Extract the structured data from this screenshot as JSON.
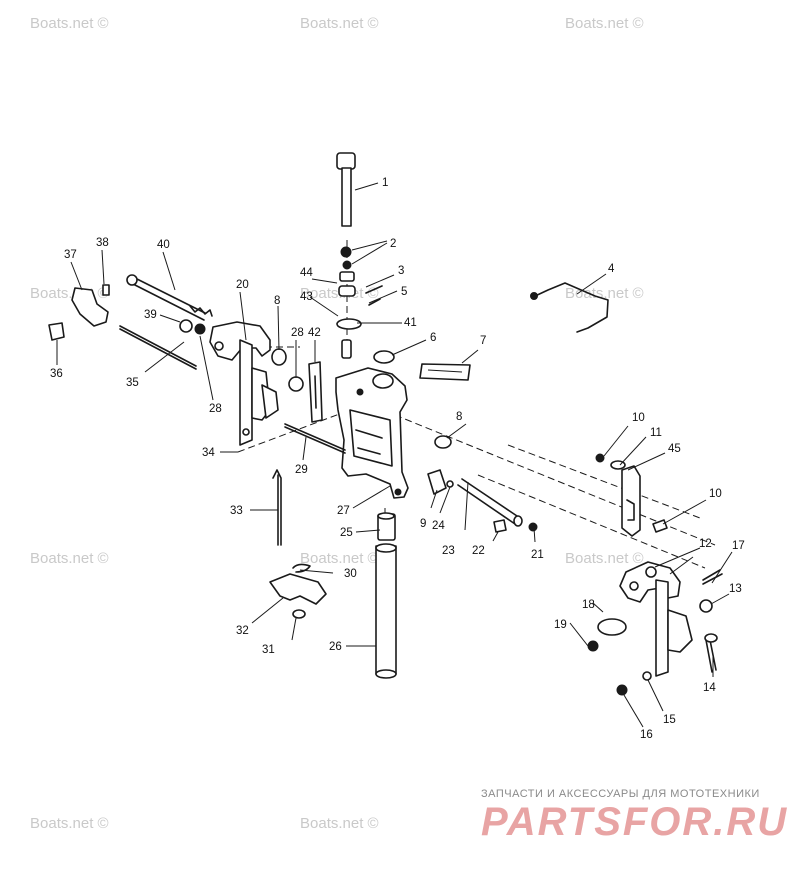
{
  "watermark": "Boats.net ©",
  "brand": {
    "tagline": "ЗАПЧАСТИ И АКСЕССУАРЫ ДЛЯ МОТОТЕХНИКИ",
    "logo_text": "PARTSFOR.RU",
    "logo_color": "#e8a4a4"
  },
  "callouts": [
    "1",
    "2",
    "3",
    "4",
    "5",
    "6",
    "7",
    "8",
    "8",
    "9",
    "10",
    "10",
    "11",
    "12",
    "13",
    "14",
    "15",
    "16",
    "17",
    "18",
    "19",
    "20",
    "21",
    "22",
    "23",
    "24",
    "25",
    "26",
    "27",
    "28",
    "28",
    "29",
    "30",
    "31",
    "32",
    "33",
    "34",
    "35",
    "36",
    "37",
    "38",
    "39",
    "40",
    "41",
    "42",
    "43",
    "44",
    "45"
  ]
}
